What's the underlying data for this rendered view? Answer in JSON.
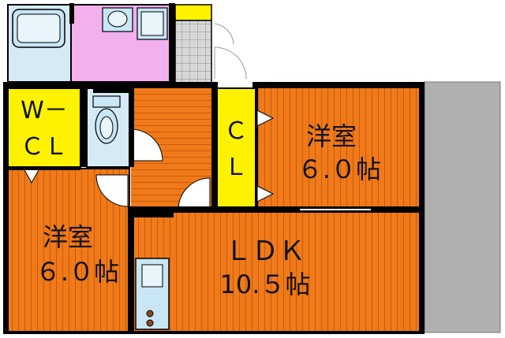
{
  "floorplan": {
    "walk_in_closet": {
      "line1": "W－",
      "line2": "ＣＬ"
    },
    "closet": {
      "line1": "Ｃ",
      "line2": "Ｌ"
    },
    "bedroom_right": {
      "name": "洋室",
      "size": "６.０帖"
    },
    "bedroom_left": {
      "name": "洋室",
      "size": "６.０帖"
    },
    "ldk": {
      "name": "ＬＤＫ",
      "size": "10.５帖"
    }
  },
  "colors": {
    "floor_orange": "#f07a1a",
    "floor_stripe": "#c85a0a",
    "closet_yellow": "#fff200",
    "bath_pink": "#f2b0ec",
    "fixture_blue": "#c8e6f5",
    "balcony_gray": "#b0b0b0",
    "wall": "#000000"
  }
}
